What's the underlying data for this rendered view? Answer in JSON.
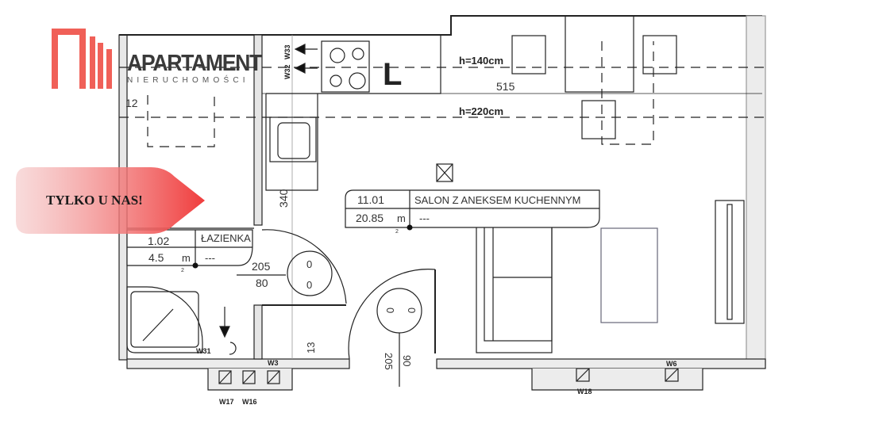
{
  "logo": {
    "name": "APARTAMENT",
    "subtitle": "NIERUCHOMOŚCI",
    "color": "#f06058"
  },
  "badge": {
    "text": "TYLKO U NAS!",
    "color": "#f03c3c"
  },
  "plan": {
    "dims": {
      "h140": "h=140cm",
      "w515": "515",
      "h220": "h=220cm",
      "d340": "340",
      "d12": "12",
      "d205a": "205",
      "d80": "80",
      "d13": "13",
      "d205b": "205",
      "d90": "90"
    },
    "kitchen_mark": "L",
    "door_marks": {
      "a1": "0",
      "a2": "0",
      "b1": "0",
      "b2": "0"
    },
    "rooms": [
      {
        "number": "11.01",
        "name": "SALON Z ANEKSEM KUCHENNYM",
        "area": "20.85",
        "unit": "m",
        "sup": "2",
        "extra": "---"
      },
      {
        "number": "1.02",
        "name": "ŁAZIENKA",
        "area": "4.5",
        "unit": "m",
        "sup": "2",
        "extra": "---"
      }
    ],
    "labels": {
      "w33": "W33",
      "w32": "W32",
      "w31": "W31",
      "w3": "W3",
      "w17": "W17",
      "w16": "W16",
      "w18": "W18",
      "w6": "W6"
    }
  }
}
